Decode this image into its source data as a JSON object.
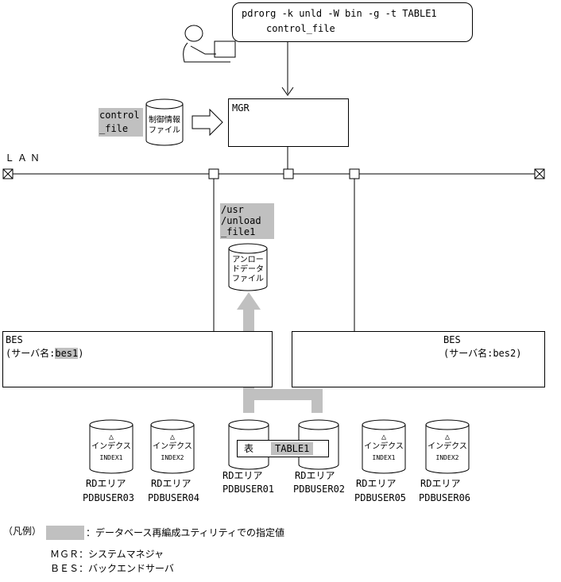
{
  "command": {
    "line1": "pdrorg -k unld -W bin -g -t TABLE1",
    "line2": "control_file"
  },
  "mgr": {
    "label": "MGR"
  },
  "control": {
    "line1": "control",
    "line2": "_file",
    "file_line1": "制御情報",
    "file_line2": "ファイル"
  },
  "lan": {
    "label": "ＬＡＮ"
  },
  "unload": {
    "path1": "/usr",
    "path2": "/unload",
    "path3": "_file1",
    "file_line1": "アンロー",
    "file_line2": "ドデータ",
    "file_line3": "ファイル"
  },
  "bes1": {
    "title": "BES",
    "server_prefix": "(サーバ名:",
    "server_name": "bes1",
    "server_suffix": ")"
  },
  "bes2": {
    "title": "BES",
    "server_text": "(サーバ名:bes2)"
  },
  "table": {
    "kanji": "表",
    "name": "TABLE1"
  },
  "cylinders": [
    {
      "mark": "△",
      "type": "インデクス",
      "index": "INDEX1",
      "rd": "RDエリア",
      "name": "PDBUSER03"
    },
    {
      "mark": "△",
      "type": "インデクス",
      "index": "INDEX2",
      "rd": "RDエリア",
      "name": "PDBUSER04"
    },
    {
      "rd": "RDエリア",
      "name": "PDBUSER01"
    },
    {
      "rd": "RDエリア",
      "name": "PDBUSER02"
    },
    {
      "mark": "△",
      "type": "インデクス",
      "index": "INDEX1",
      "rd": "RDエリア",
      "name": "PDBUSER05"
    },
    {
      "mark": "△",
      "type": "インデクス",
      "index": "INDEX2",
      "rd": "RDエリア",
      "name": "PDBUSER06"
    }
  ],
  "legend": {
    "title": "（凡例）",
    "highlight_desc": "：データベース再編成ユティリティでの指定値",
    "mgr_desc": "ＭＧＲ：システムマネジャ",
    "bes_desc": "ＢＥＳ：バックエンドサーバ"
  },
  "colors": {
    "highlight": "#c0c0c0",
    "line": "#000000",
    "background": "#ffffff"
  }
}
